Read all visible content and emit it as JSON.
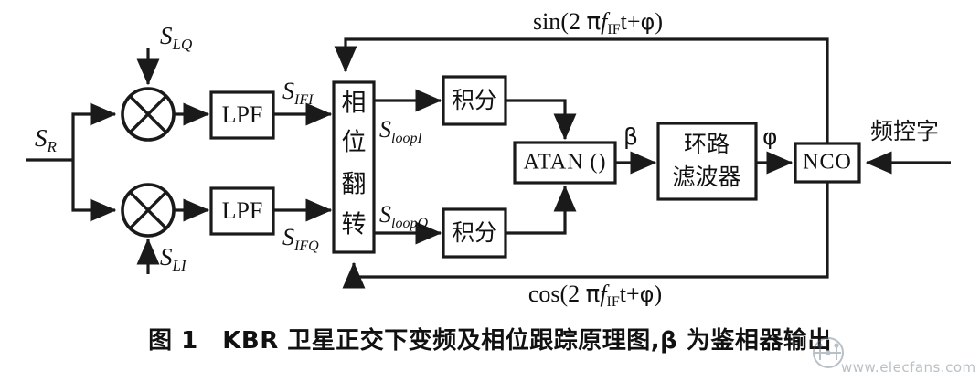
{
  "figure": {
    "caption": "图 1　KBR 卫星正交下变频及相位跟踪原理图,β 为鉴相器输出",
    "watermark": "www.elecfans.com"
  },
  "blocks": {
    "mixer_top": "⊗",
    "mixer_bottom": "⊗",
    "lpf_top": "LPF",
    "lpf_bottom": "LPF",
    "phase_flip_chars": [
      "相",
      "位",
      "翻",
      "转"
    ],
    "integrator_top": "积分",
    "integrator_bottom": "积分",
    "atan": "ATAN ()",
    "loop_filter_line1": "环路",
    "loop_filter_line2": "滤波器",
    "nco": "NCO"
  },
  "signals": {
    "input_sr": "S",
    "input_sr_sub": "R",
    "lo_q": "S",
    "lo_q_sub": "LQ",
    "lo_i": "S",
    "lo_i_sub": "LI",
    "if_i": "S",
    "if_i_sub": "IFI",
    "if_q": "S",
    "if_q_sub": "IFQ",
    "loop_i": "S",
    "loop_i_sub": "loopI",
    "loop_q": "S",
    "loop_q_sub": "loopQ",
    "beta": "β",
    "phi": "φ",
    "freq_control_word": "频控字"
  },
  "equations": {
    "top": {
      "fn": "sin",
      "open": "(2 ",
      "pi": "π",
      "f": "f",
      "f_sub": "IF",
      "tail": "t+",
      "phi": "φ",
      "close": ")",
      "full": "sin(2 πf_IF t+φ)"
    },
    "bottom": {
      "fn": "cos",
      "open": "(2 ",
      "pi": "π",
      "f": "f",
      "f_sub": "IF",
      "tail": "t+",
      "phi": "φ",
      "close": ")",
      "full": "cos(2 πf_IF t+φ)"
    }
  },
  "colors": {
    "ink": "#1a1a1a",
    "paper": "#ffffff",
    "watermark": "#5b6a78"
  }
}
